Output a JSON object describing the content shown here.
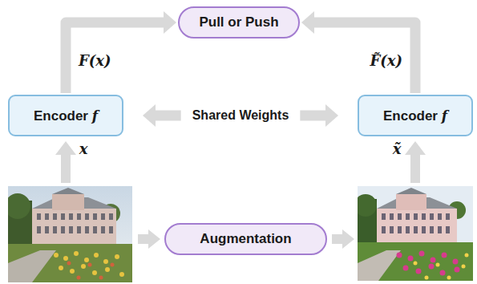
{
  "diagram": {
    "nodes": [
      {
        "text": [
          "Pull or Push"
        ]
      },
      {
        "text": [
          "Encoder f"
        ]
      },
      {
        "text": [
          "Encoder f"
        ]
      },
      {
        "text": [
          "Augmentation"
        ]
      }
    ],
    "edges": [
      {
        "from": 1,
        "to": 0,
        "arrow": "to",
        "label": "F(x)"
      },
      {
        "from": 2,
        "to": 0,
        "arrow": "to",
        "label": "F̃(x)"
      },
      {
        "from": 1,
        "to": 2,
        "arrow": "both",
        "label": "Shared Weights"
      }
    ],
    "labels": [
      "x",
      "x̃"
    ]
  }
}
